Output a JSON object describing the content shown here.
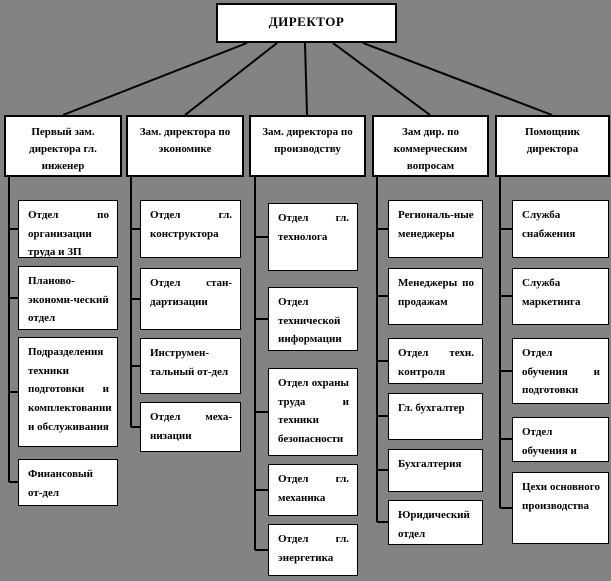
{
  "colors": {
    "background": "#838383",
    "box_fill": "#ffffff",
    "box_border": "#000000",
    "text": "#000000"
  },
  "director": {
    "label": "ДИРЕКТОР"
  },
  "deputies": [
    {
      "label": "Первый зам. директора гл. инженер"
    },
    {
      "label": "Зам. директора по экономике"
    },
    {
      "label": "Зам. директора по производству"
    },
    {
      "label": "Зам дир. по коммерческим вопросам"
    },
    {
      "label": "Помощник директора"
    }
  ],
  "columns": [
    {
      "children": [
        "Отдел по организации труда и ЗП",
        "Планово-экономи-ческий отдел",
        "Подразделения техники подготовки и комплектовании и обслуживания",
        "Финансовый от-дел"
      ]
    },
    {
      "children": [
        "Отдел гл. конструктора",
        "Отдел стан-дартизации",
        "Инструмен-тальный от-дел",
        "Отдел меха-низации"
      ]
    },
    {
      "children": [
        "Отдел гл. технолога",
        "Отдел технической информации",
        "Отдел охраны труда и техники безопасности",
        "Отдел гл. механика",
        "Отдел гл. энергетика"
      ]
    },
    {
      "children": [
        "Региональ-ные менеджеры",
        "Менеджеры по продажам",
        "Отдел техн. контроля",
        "Гл. бухгалтер",
        "Бухгалтерия",
        "Юридический отдел"
      ]
    },
    {
      "children": [
        "Служба снабжения",
        "Служба маркетинга",
        "Отдел обучения и подготовки",
        "Отдел обучения и",
        "Цехи основного производства"
      ]
    }
  ]
}
